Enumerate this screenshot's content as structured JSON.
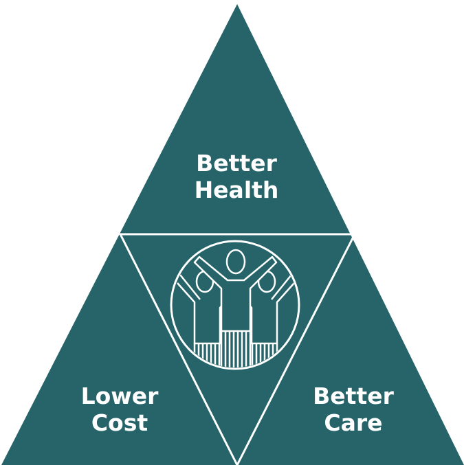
{
  "colors": {
    "fill": "#266469",
    "line": "#ffffff",
    "background": "#ffffff"
  },
  "sections": {
    "top": {
      "line1": "Better",
      "line2": "Health"
    },
    "left": {
      "line1": "Lower",
      "line2": "Cost"
    },
    "right": {
      "line1": "Better",
      "line2": "Care"
    }
  },
  "center_icon": "people-group-icon"
}
